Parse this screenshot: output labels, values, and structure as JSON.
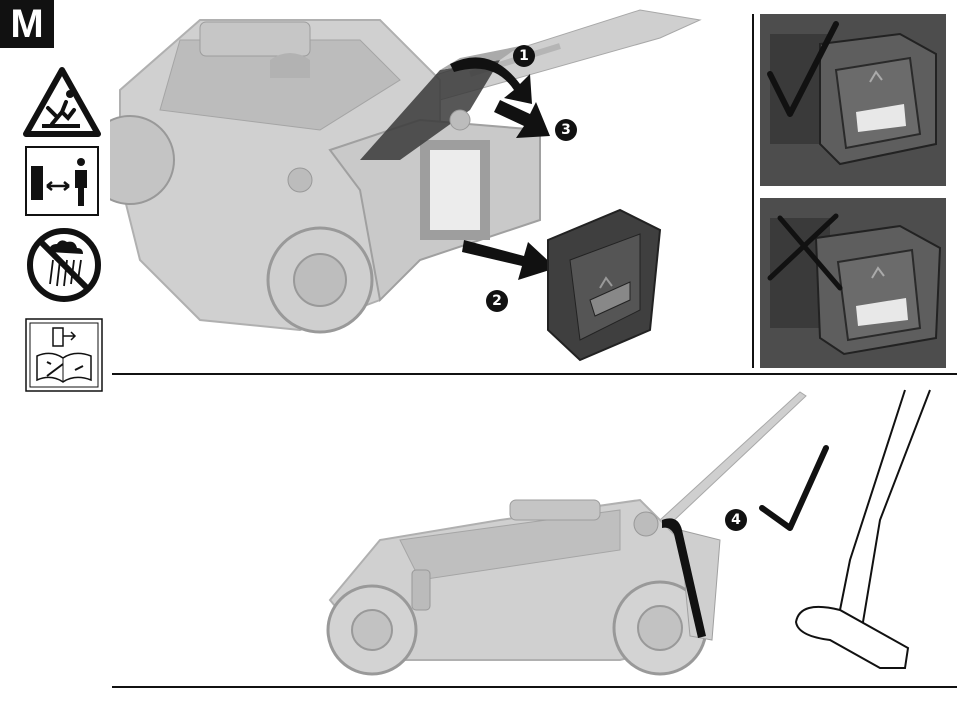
{
  "section": {
    "label": "M"
  },
  "steps": [
    "1",
    "2",
    "3",
    "4"
  ],
  "icons": {
    "warning": "thrown-objects-warning-icon",
    "distance": "keep-bystanders-away-icon",
    "no_rain": "do-not-use-in-rain-icon",
    "manual": "read-manual-icon"
  },
  "colors": {
    "ink": "#111111",
    "machine": "#c8c8c8",
    "machine_dark": "#9a9a9a",
    "panel_bg": "#4a4a4a"
  }
}
